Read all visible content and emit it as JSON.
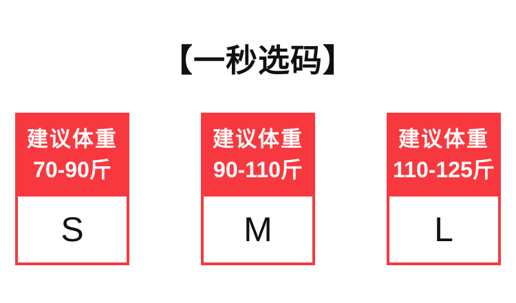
{
  "title": "【一秒选码】",
  "accent_color": "#F8383F",
  "text_color": "#111111",
  "header_text_color": "#ffffff",
  "cards": [
    {
      "label": "建议体重",
      "weight_range": "70-90斤",
      "size": "S"
    },
    {
      "label": "建议体重",
      "weight_range": "90-110斤",
      "size": "M"
    },
    {
      "label": "建议体重",
      "weight_range": "110-125斤",
      "size": "L"
    }
  ]
}
